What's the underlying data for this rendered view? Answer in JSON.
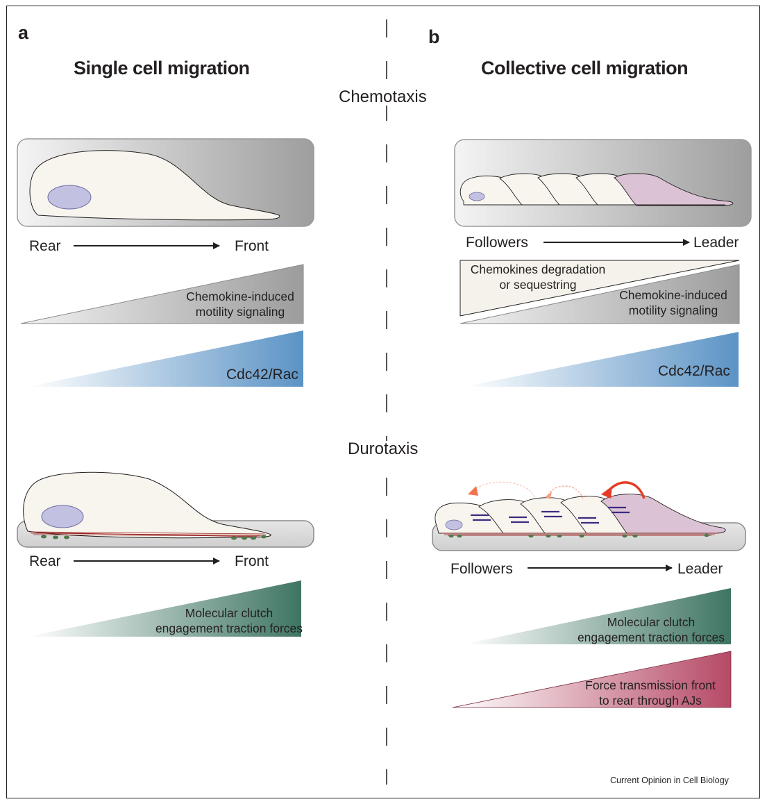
{
  "panels": {
    "a": {
      "letter": "a",
      "title": "Single cell migration",
      "chemotaxis": {
        "axis_left": "Rear",
        "axis_right": "Front",
        "chemokine_label": "Chemokine-induced\nmotility signaling",
        "rac_label": "Cdc42/Rac"
      },
      "durotaxis": {
        "axis_left": "Rear",
        "axis_right": "Front",
        "clutch_label": "Molecular clutch\nengagement traction forces"
      }
    },
    "b": {
      "letter": "b",
      "title": "Collective cell migration",
      "chemotaxis": {
        "axis_left": "Followers",
        "axis_right": "Leader",
        "degradation_label": "Chemokines degradation\nor sequestring",
        "chemokine_label": "Chemokine-induced\nmotility signaling",
        "rac_label": "Cdc42/Rac"
      },
      "durotaxis": {
        "axis_left": "Followers",
        "axis_right": "Leader",
        "clutch_label": "Molecular clutch\nengagement traction forces",
        "force_label": "Force transmission front\nto rear through AJs"
      }
    }
  },
  "modes": {
    "chemotaxis": "Chemotaxis",
    "durotaxis": "Durotaxis"
  },
  "credit": "Current Opinion in Cell Biology",
  "colors": {
    "cell_fill": "#f7f5ee",
    "nucleus": "#c3c1e2",
    "leader_cell": "#dbc2d4",
    "chemokine_gradient": "#9c9c9c",
    "rac_gradient": "#5b93c5",
    "clutch_gradient": "#3f7563",
    "force_gradient": "#b64a66",
    "adherens_junction": "#3d2a82",
    "force_arrow": "#e63b28"
  }
}
